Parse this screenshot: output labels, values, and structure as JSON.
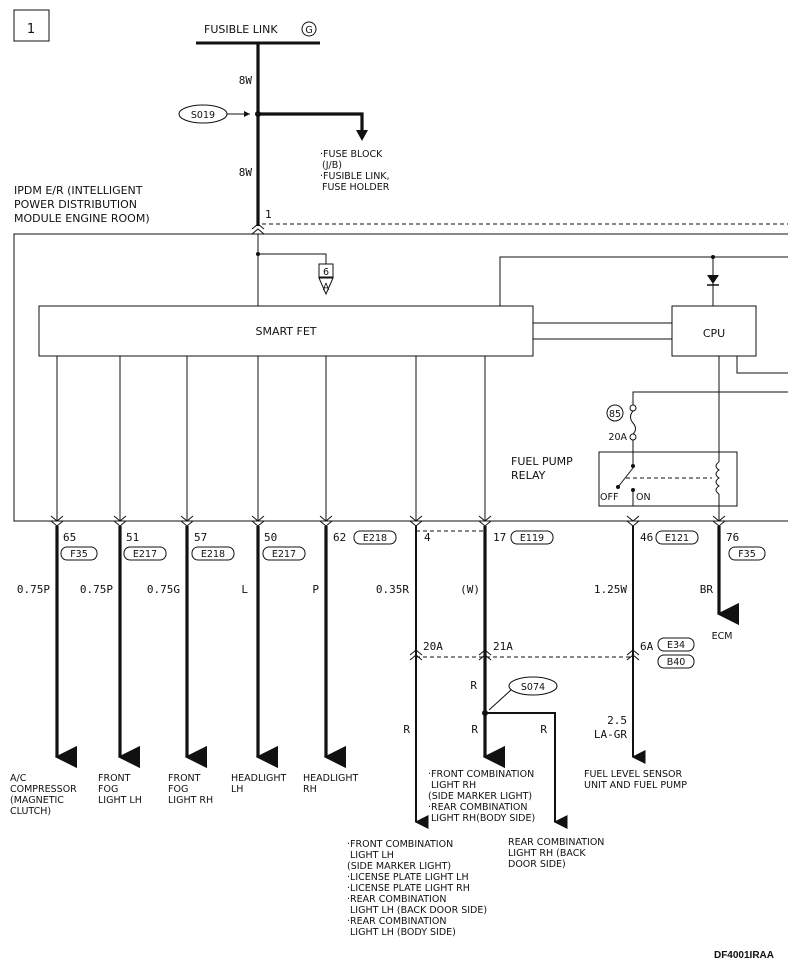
{
  "page_number": "1",
  "fusible_link": {
    "label": "FUSIBLE LINK",
    "id": "G"
  },
  "wire_main": "8W",
  "wire_main2": "8W",
  "splice_1": "S019",
  "fuse_block_note": [
    "·FUSE BLOCK",
    "(J/B)",
    "·FUSIBLE LINK,",
    "FUSE HOLDER"
  ],
  "ipdm_label": [
    "IPDM E/R (INTELLIGENT",
    "POWER DISTRIBUTION",
    "MODULE ENGINE ROOM)"
  ],
  "ipdm_pin": "1",
  "ref_box": {
    "num": "6",
    "letter": "A"
  },
  "smart_fet": "SMART FET",
  "cpu": "CPU",
  "fuse": {
    "id": "85",
    "rating": "20A"
  },
  "relay": {
    "label": [
      "FUEL PUMP",
      "RELAY"
    ],
    "off": "OFF",
    "on": "ON"
  },
  "terminals": [
    {
      "pin": "65",
      "conn": "F35",
      "wire": "0.75P",
      "dest": [
        "A/C",
        "COMPRESSOR",
        "(MAGNETIC",
        "CLUTCH)"
      ]
    },
    {
      "pin": "51",
      "conn": "E217",
      "wire": "0.75P",
      "dest": [
        "FRONT",
        "FOG",
        "LIGHT LH"
      ]
    },
    {
      "pin": "57",
      "conn": "E218",
      "wire": "0.75G",
      "dest": [
        "FRONT",
        "FOG",
        "LIGHT RH"
      ]
    },
    {
      "pin": "50",
      "conn": "E217",
      "wire": "L",
      "dest": [
        "HEADLIGHT",
        "LH"
      ]
    },
    {
      "pin": "62",
      "conn": "E218",
      "wire": "P",
      "dest": [
        "HEADLIGHT",
        "RH"
      ]
    },
    {
      "pin": "4",
      "conn": "",
      "wire": "0.35R",
      "dest": []
    },
    {
      "pin": "17",
      "conn": "E119",
      "wire": "(W)",
      "dest": []
    },
    {
      "pin": "46",
      "conn": "E121",
      "wire": "1.25W",
      "dest": []
    },
    {
      "pin": "76",
      "conn": "F35",
      "wire": "BR",
      "dest": []
    }
  ],
  "ecm": "ECM",
  "mid_conn": {
    "left": "20A",
    "right": "21A",
    "p3": "6A",
    "c1": "E34",
    "c2": "B40"
  },
  "wire_r": "R",
  "splice_2": "S074",
  "fuel_wire": [
    "2.5",
    "LA-GR"
  ],
  "fuel_dest": [
    "FUEL LEVEL SENSOR",
    "UNIT AND FUEL PUMP"
  ],
  "dest_front_comb_rh": [
    "·FRONT COMBINATION",
    "LIGHT RH",
    "(SIDE MARKER LIGHT)",
    "·REAR COMBINATION",
    "LIGHT RH(BODY SIDE)"
  ],
  "dest_rear_comb_rh": [
    "REAR COMBINATION",
    "LIGHT RH (BACK",
    "DOOR SIDE)"
  ],
  "dest_front_comb_lh": [
    "·FRONT COMBINATION",
    "LIGHT LH",
    "(SIDE MARKER LIGHT)",
    "·LICENSE PLATE LIGHT LH",
    "·LICENSE PLATE LIGHT RH",
    "·REAR COMBINATION",
    "LIGHT LH (BACK DOOR SIDE)",
    "·REAR COMBINATION",
    "LIGHT LH (BODY SIDE)"
  ],
  "figure_code": "DF4001IRAA"
}
